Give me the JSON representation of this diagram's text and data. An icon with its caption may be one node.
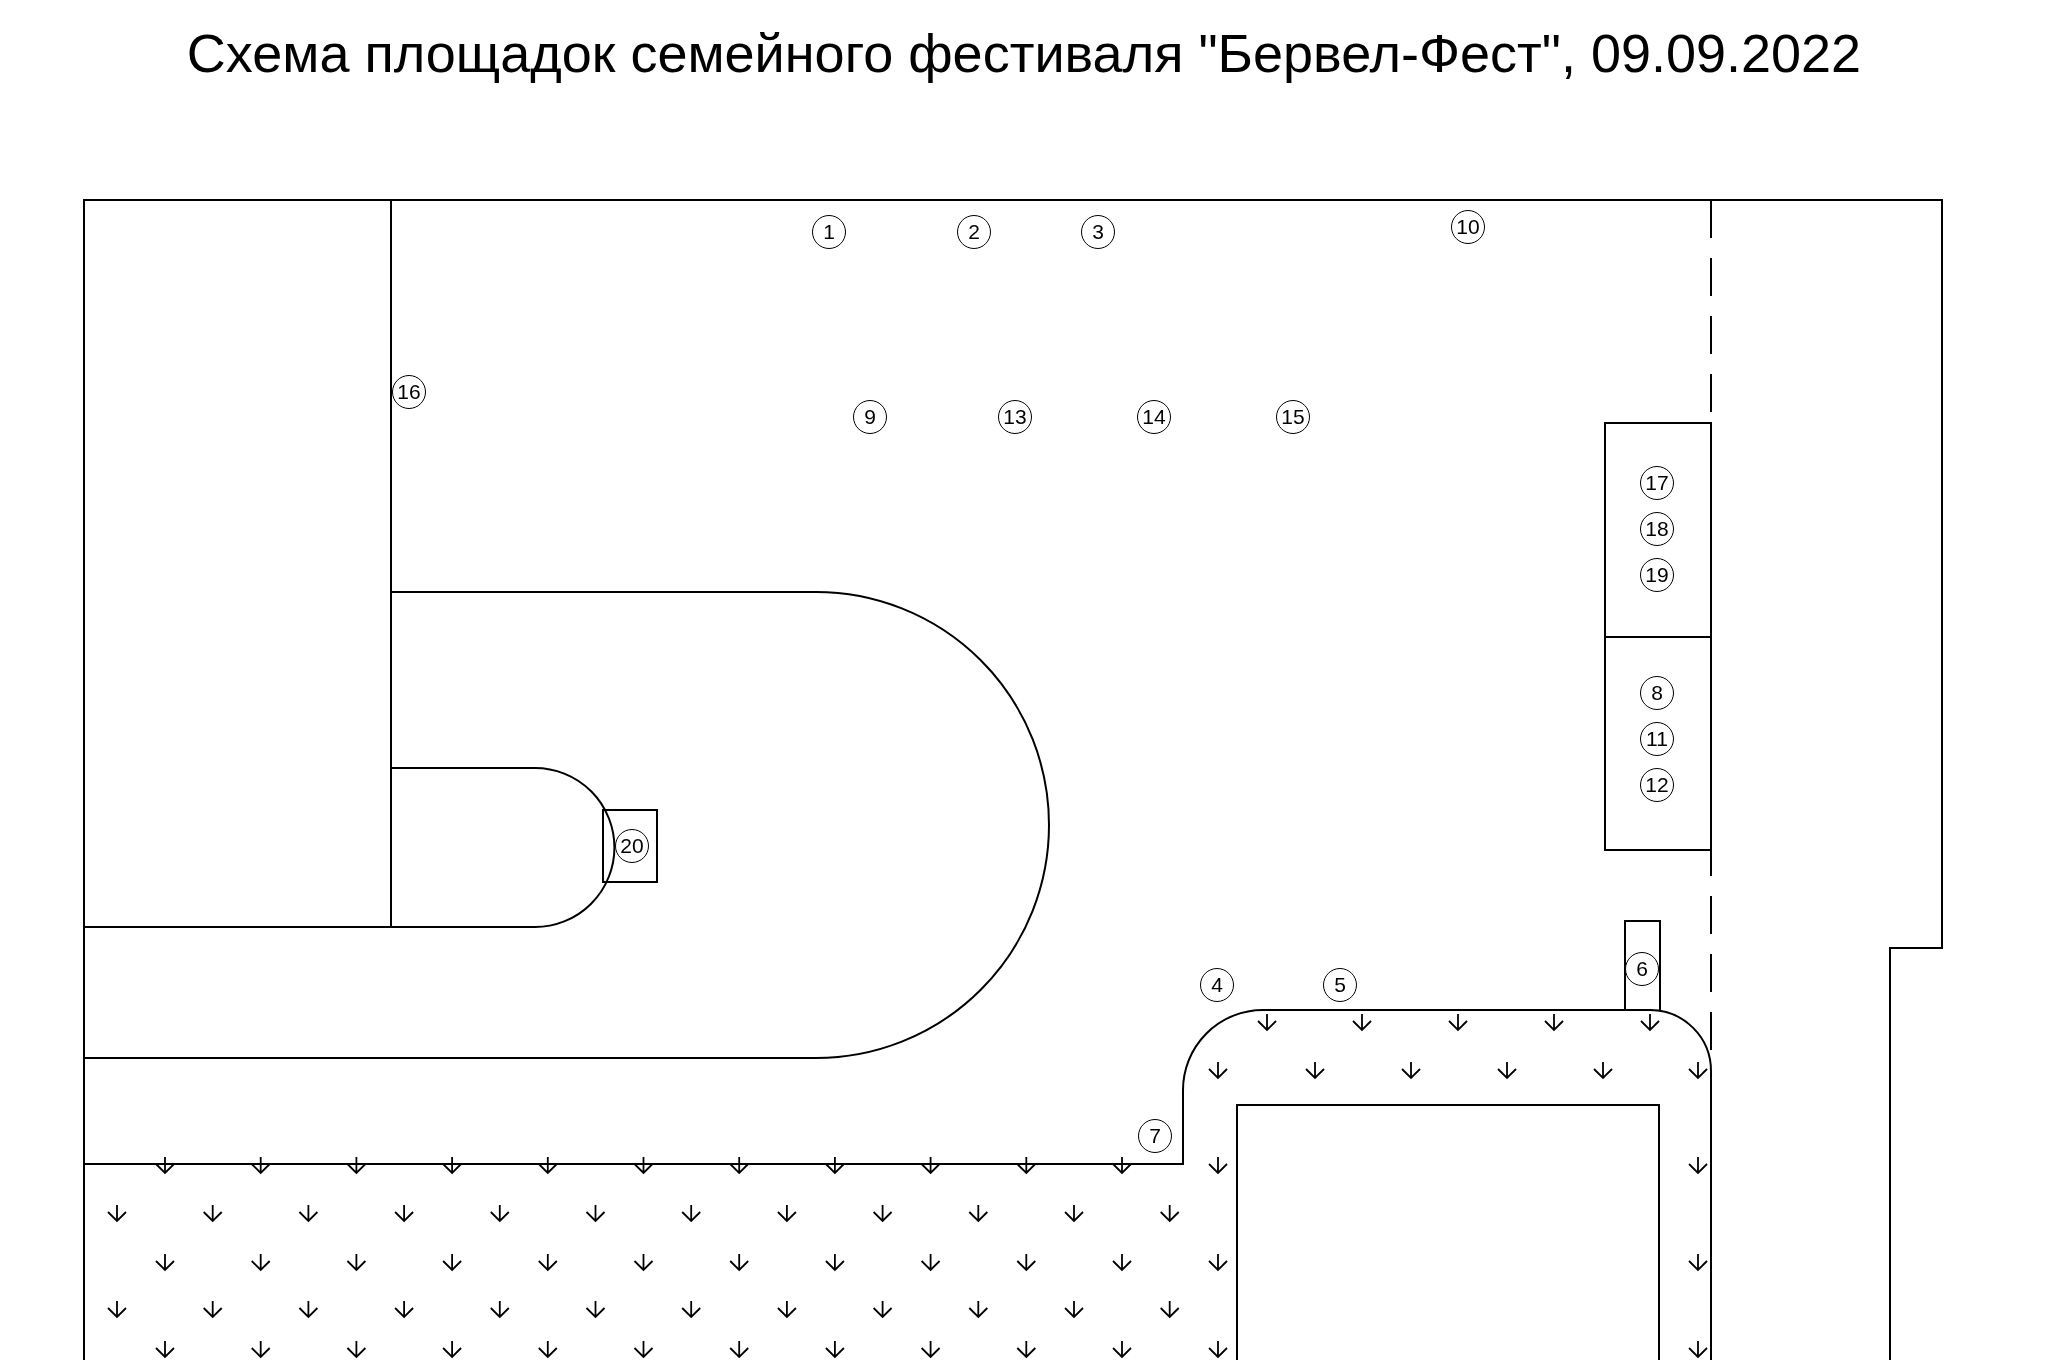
{
  "diagram": {
    "title": "Схема площадок семейного фестиваля \"Бервел-Фест\", 09.09.2022",
    "labels": [
      "1",
      "2",
      "3",
      "10",
      "16",
      "9",
      "13",
      "14",
      "15",
      "17",
      "18",
      "19",
      "8",
      "11",
      "12",
      "20",
      "6",
      "4",
      "5",
      "7"
    ]
  }
}
